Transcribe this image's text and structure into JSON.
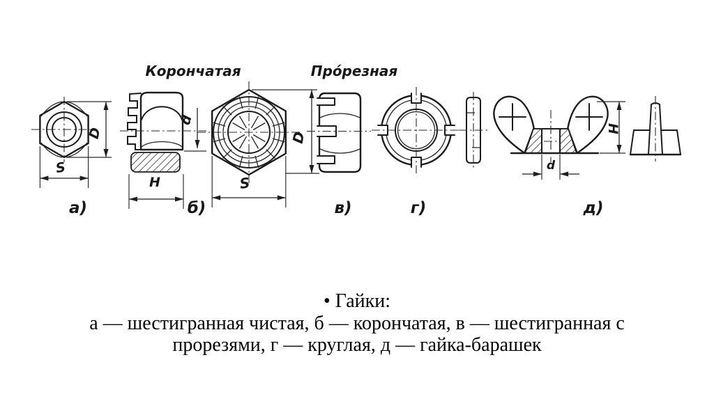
{
  "figure": {
    "labels": {
      "crown": "Корончатая",
      "slotted": "Про́резная"
    },
    "views": {
      "a": {
        "letter": "а)",
        "dims": {
          "diameter": "D",
          "width": "S"
        }
      },
      "b": {
        "letter": "б)",
        "dims": {
          "bore": "d",
          "height": "H",
          "diameter": "D",
          "width": "S"
        }
      },
      "v": {
        "letter": "в)"
      },
      "g": {
        "letter": "г)"
      },
      "d": {
        "letter": "д)",
        "dims": {
          "bore": "d",
          "height": "H"
        }
      }
    }
  },
  "caption": {
    "title": "• Гайки:",
    "line1": "а — шестигранная чистая, б — корончатая, в — шестигранная с",
    "line2": "прорезями, г — круглая, д — гайка-барашек"
  }
}
